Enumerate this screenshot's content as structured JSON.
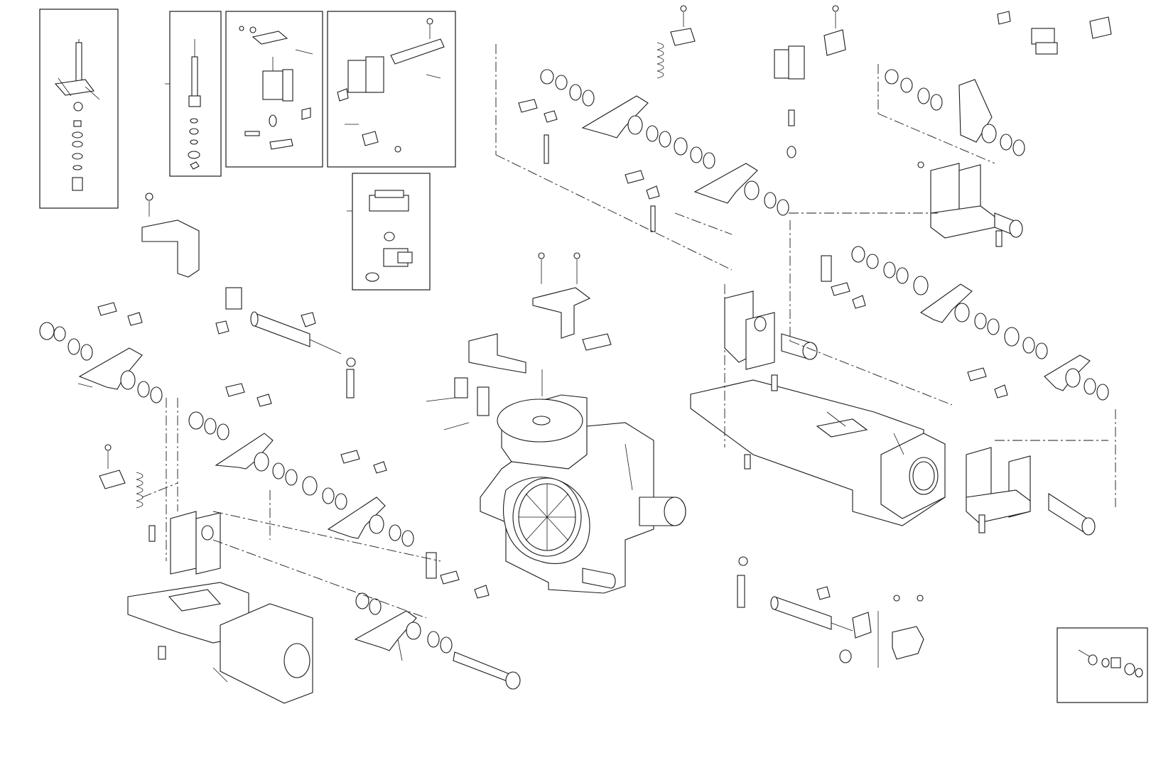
{
  "figure": {
    "kind": "exploded-parts-drawing",
    "line_color": "#1a1a1a",
    "background": "#ffffff",
    "text_labels": []
  },
  "detail_insets": [
    {
      "name": "inset-spindle-assembly"
    },
    {
      "name": "inset-rod-assembly"
    },
    {
      "name": "inset-valve-with-bracket"
    },
    {
      "name": "inset-valve-with-arm"
    },
    {
      "name": "inset-valve-with-cylinder"
    },
    {
      "name": "inset-seal-ring-kit"
    }
  ],
  "assemblies": [
    {
      "name": "gearbox-housing"
    },
    {
      "name": "left-base-plate"
    },
    {
      "name": "right-base-plate"
    },
    {
      "name": "cylinder-assembly-upper-left"
    },
    {
      "name": "cylinder-assembly-lower-right"
    },
    {
      "name": "spring-assembly-left"
    },
    {
      "name": "spring-assembly-top"
    },
    {
      "name": "shaft-left"
    },
    {
      "name": "shaft-right-upper"
    },
    {
      "name": "shaft-right-lower"
    },
    {
      "name": "sensor-bracket-center"
    }
  ]
}
